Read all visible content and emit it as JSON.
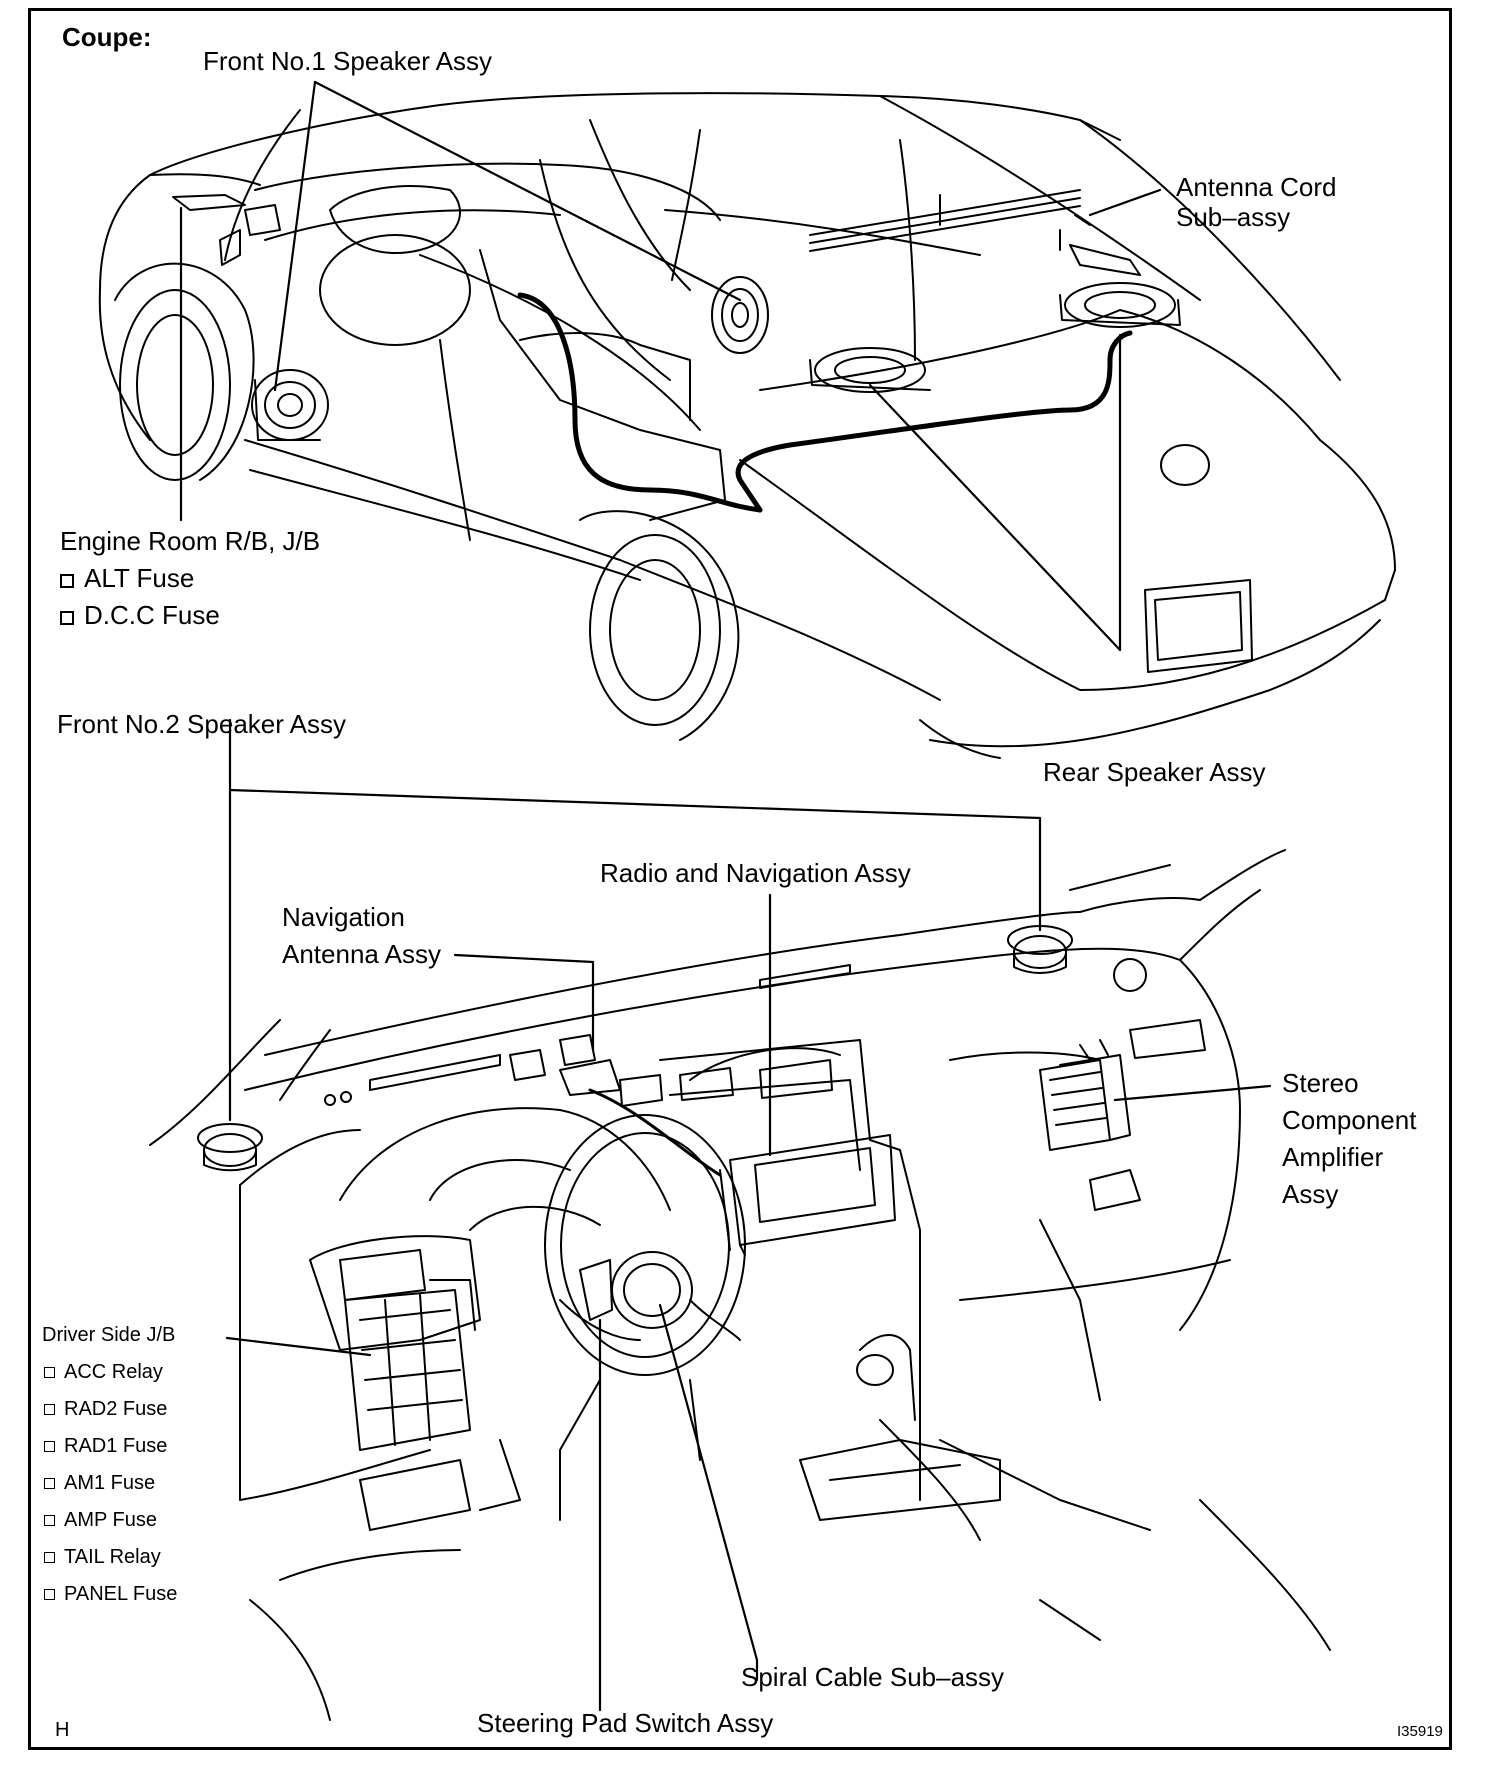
{
  "title": "Coupe:",
  "labels": {
    "front_no1_speaker": "Front No.1 Speaker Assy",
    "antenna_cord": [
      "Antenna Cord",
      "Sub–assy"
    ],
    "engine_room": "Engine Room R/B, J/B",
    "engine_room_items": [
      "ALT Fuse",
      "D.C.C Fuse"
    ],
    "front_no2_speaker": "Front No.2 Speaker Assy",
    "rear_speaker": "Rear Speaker Assy",
    "radio_navigation": "Radio and Navigation Assy",
    "navigation_antenna": [
      "Navigation",
      "Antenna Assy"
    ],
    "stereo_amplifier": [
      "Stereo",
      "Component",
      "Amplifier",
      "Assy"
    ],
    "driver_side_jb": "Driver Side J/B",
    "driver_side_items": [
      "ACC Relay",
      "RAD2 Fuse",
      "RAD1 Fuse",
      "AM1 Fuse",
      "AMP Fuse",
      "TAIL Relay",
      "PANEL Fuse"
    ],
    "spiral_cable": "Spiral Cable Sub–assy",
    "steering_pad": "Steering Pad Switch Assy"
  },
  "corner_left": "H",
  "figure_id": "I35919"
}
